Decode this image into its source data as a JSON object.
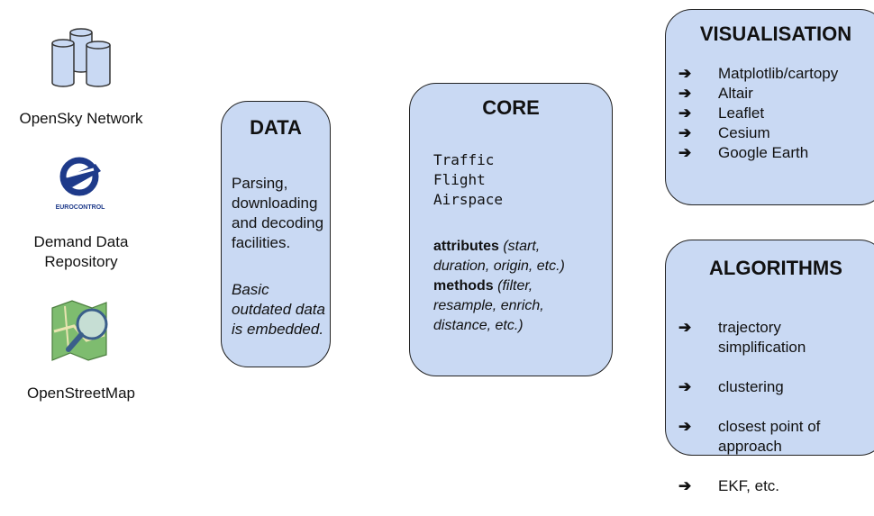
{
  "sources": [
    {
      "label": "OpenSky Network",
      "icon": "database-cylinders-icon"
    },
    {
      "label": "Demand Data\nRepository",
      "icon": "eurocontrol-logo",
      "logo_text": "EUROCONTROL"
    },
    {
      "label": "OpenStreetMap",
      "icon": "openstreetmap-logo"
    }
  ],
  "data_box": {
    "title": "DATA",
    "text1": "Parsing,\ndownloading\nand decoding\nfacilities.",
    "text2": "Basic\noutdated data\nis embedded."
  },
  "core_box": {
    "title": "CORE",
    "classes": [
      "Traffic",
      "Flight",
      "Airspace"
    ],
    "attributes_label": "attributes",
    "attributes_detail": " (start,\nduration, origin, etc.)",
    "methods_label": "methods",
    "methods_detail": " (filter,\nresample, enrich,\ndistance, etc.)"
  },
  "visualisation_box": {
    "title": "VISUALISATION",
    "items": [
      "Matplotlib/cartopy",
      "Altair",
      "Leaflet",
      "Cesium",
      "Google Earth"
    ]
  },
  "algorithms_box": {
    "title": "ALGORITHMS",
    "items": [
      "trajectory\nsimplification",
      "clustering",
      "closest point of\napproach",
      "EKF, etc."
    ]
  },
  "arrow_glyph": "➔",
  "colors": {
    "box_fill": "#c9d9f3",
    "box_border": "#222222",
    "osm_green": "#7ebc6f",
    "euro_blue": "#1e3a8a"
  }
}
